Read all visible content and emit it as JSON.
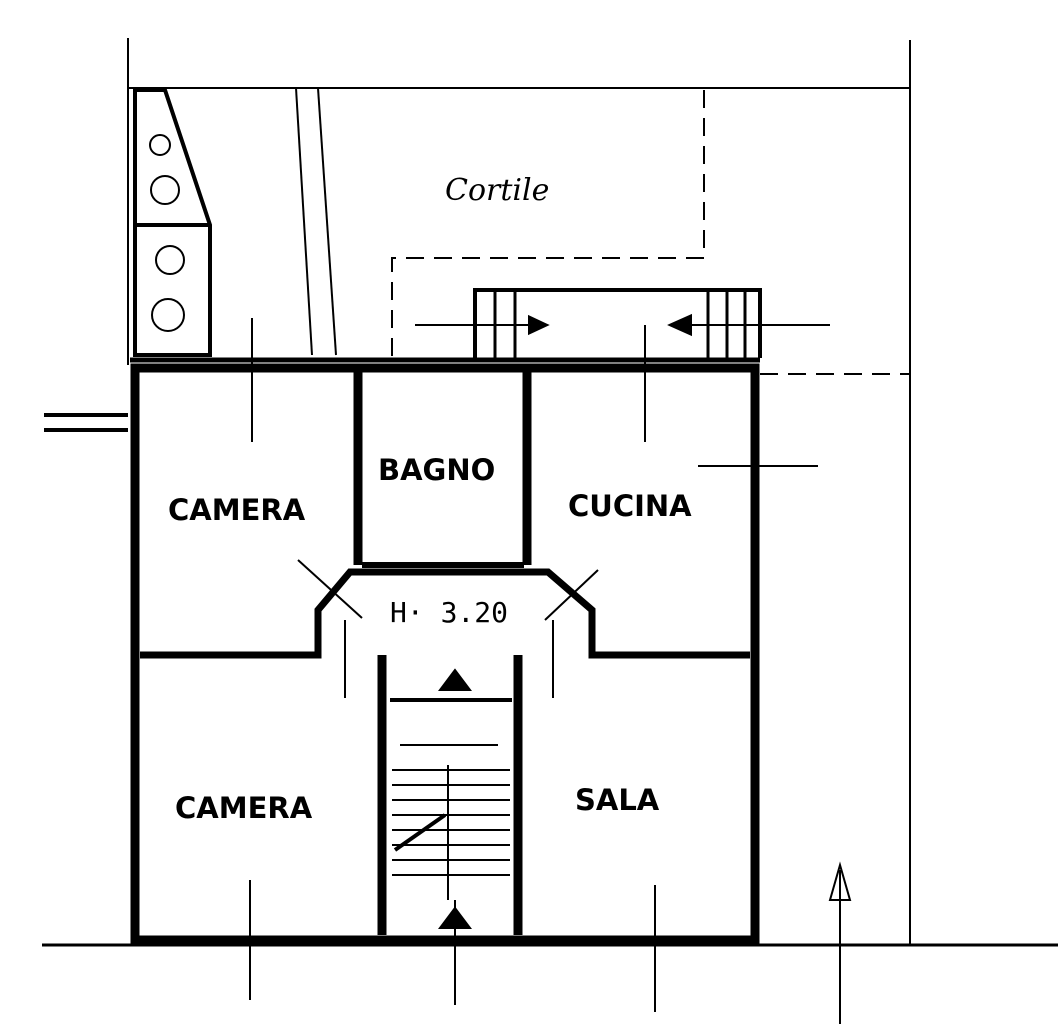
{
  "plan": {
    "courtyard_label": "Cortile",
    "height_label": "H· 3.20",
    "rooms": [
      {
        "name": "CAMERA"
      },
      {
        "name": "BAGNO"
      },
      {
        "name": "CUCINA"
      },
      {
        "name": "CAMERA"
      },
      {
        "name": "SALA"
      }
    ]
  }
}
